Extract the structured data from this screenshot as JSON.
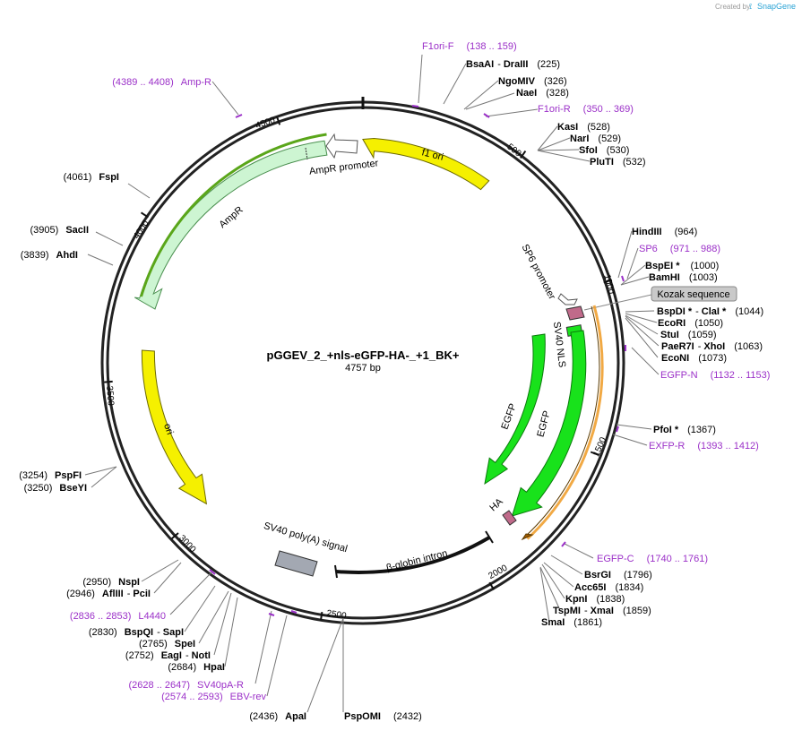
{
  "credit": {
    "text": "Created by",
    "brand": "SnapGene"
  },
  "plasmid": {
    "name": "pGGEV_2_+nls-eGFP-HA-_+1_BK+",
    "size": "4757 bp"
  },
  "colors": {
    "primer": "#9b30c8",
    "backbone": "#222222",
    "yellow": "#f5f000",
    "green": "#18e21b",
    "lightgreen": "#cdf5d2",
    "grey": "#a3a8b2",
    "orange": "#f0a030",
    "purple": "#c06a8a"
  },
  "ticks": [
    "500",
    "1000",
    "1500",
    "2000",
    "2500",
    "3000",
    "3500",
    "4000",
    "4500"
  ],
  "features": {
    "f1ori": "f1 ori",
    "amprpromoter": "AmpR promoter",
    "ampr": "AmpR",
    "sp6promoter": "SP6 promoter",
    "kozak": "Kozak sequence",
    "sv40nls": "SV40 NLS",
    "egfp1": "EGFP",
    "egfp2": "EGFP",
    "ha": "HA",
    "ori": "ori",
    "sv40polya": "SV40 poly(A) signal",
    "betaglobin": "β-globin intron"
  },
  "right_labels": {
    "bsaai": {
      "name": "BsaAI",
      "sep": "-",
      "name2": "DraIII",
      "pos": "(225)"
    },
    "ngomiv": {
      "name": "NgoMIV",
      "pos": "(326)"
    },
    "naei": {
      "name": "NaeI",
      "pos": "(328)"
    },
    "kasi": {
      "name": "KasI",
      "pos": "(528)"
    },
    "nari": {
      "name": "NarI",
      "pos": "(529)"
    },
    "sfoi": {
      "name": "SfoI",
      "pos": "(530)"
    },
    "pluti": {
      "name": "PluTI",
      "pos": "(532)"
    },
    "hindiii": {
      "name": "HindIII",
      "pos": "(964)"
    },
    "bspei": {
      "name": "BspEI *",
      "pos": "(1000)"
    },
    "bamhi": {
      "name": "BamHI",
      "pos": "(1003)"
    },
    "bspdi": {
      "name": "BspDI *",
      "sep": "-",
      "name2": "ClaI *",
      "pos": "(1044)"
    },
    "ecori": {
      "name": "EcoRI",
      "pos": "(1050)"
    },
    "stui": {
      "name": "StuI",
      "pos": "(1059)"
    },
    "paer7i": {
      "name": "PaeR7I",
      "sep": "-",
      "name2": "XhoI",
      "pos": "(1063)"
    },
    "econi": {
      "name": "EcoNI",
      "pos": "(1073)"
    },
    "pfoi": {
      "name": "PfoI *",
      "pos": "(1367)"
    },
    "bsrgi": {
      "name": "BsrGI",
      "pos": "(1796)"
    },
    "acc65i": {
      "name": "Acc65I",
      "pos": "(1834)"
    },
    "kpni": {
      "name": "KpnI",
      "pos": "(1838)"
    },
    "tspmi": {
      "name": "TspMI",
      "sep": "-",
      "name2": "XmaI",
      "pos": "(1859)"
    },
    "smai": {
      "name": "SmaI",
      "pos": "(1861)"
    },
    "pspomi": {
      "name": "PspOMI",
      "pos": "(2432)"
    }
  },
  "left_labels": {
    "fspi": {
      "pos": "(4061)",
      "name": "FspI"
    },
    "sacii": {
      "pos": "(3905)",
      "name": "SacII"
    },
    "ahdi": {
      "pos": "(3839)",
      "name": "AhdI"
    },
    "pspfi": {
      "pos": "(3254)",
      "name": "PspFI"
    },
    "bseyi": {
      "pos": "(3250)",
      "name": "BseYI"
    },
    "nspi": {
      "pos": "(2950)",
      "name": "NspI"
    },
    "afliii": {
      "pos": "(2946)",
      "name": "AflIII",
      "sep": "-",
      "name2": "PciI"
    },
    "bspqi": {
      "pos": "(2830)",
      "name": "BspQI",
      "sep": "-",
      "name2": "SapI"
    },
    "spei": {
      "pos": "(2765)",
      "name": "SpeI"
    },
    "eagi": {
      "pos": "(2752)",
      "name": "EagI",
      "sep": "-",
      "name2": "NotI"
    },
    "hpai": {
      "pos": "(2684)",
      "name": "HpaI"
    },
    "apai": {
      "pos": "(2436)",
      "name": "ApaI"
    }
  },
  "primers": {
    "f1orif": {
      "name": "F1ori-F",
      "range": "(138 .. 159)"
    },
    "ampr": {
      "range": "(4389 .. 4408)",
      "name": "Amp-R"
    },
    "f1orir": {
      "name": "F1ori-R",
      "range": "(350 .. 369)"
    },
    "sp6": {
      "name": "SP6",
      "range": "(971 .. 988)"
    },
    "egfpn": {
      "name": "EGFP-N",
      "range": "(1132 .. 1153)"
    },
    "exfpr": {
      "name": "EXFP-R",
      "range": "(1393 .. 1412)"
    },
    "egfpc": {
      "name": "EGFP-C",
      "range": "(1740 .. 1761)"
    },
    "l4440": {
      "range": "(2836 .. 2853)",
      "name": "L4440"
    },
    "sv40par": {
      "range": "(2628 .. 2647)",
      "name": "SV40pA-R"
    },
    "ebvrev": {
      "range": "(2574 .. 2593)",
      "name": "EBV-rev"
    }
  }
}
